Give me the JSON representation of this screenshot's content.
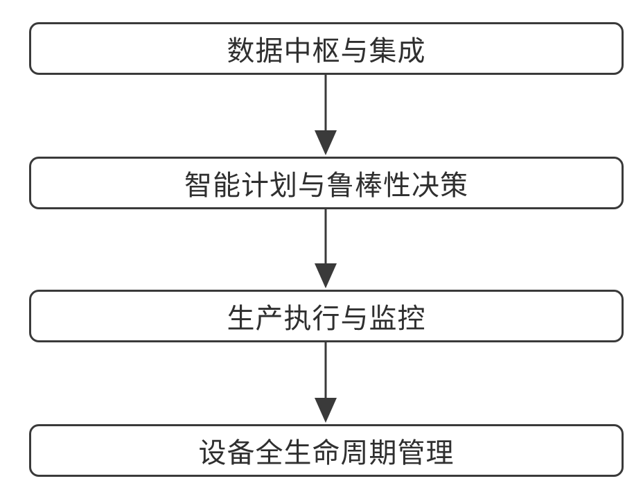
{
  "flowchart": {
    "steps": [
      {
        "label": "数据中枢与集成"
      },
      {
        "label": "智能计划与鲁棒性决策"
      },
      {
        "label": "生产执行与监控"
      },
      {
        "label": "设备全生命周期管理"
      }
    ],
    "colors": {
      "border": "#3a3a3a",
      "text": "#2f2f2f",
      "arrow": "#3a3a3a",
      "background": "#ffffff"
    }
  }
}
